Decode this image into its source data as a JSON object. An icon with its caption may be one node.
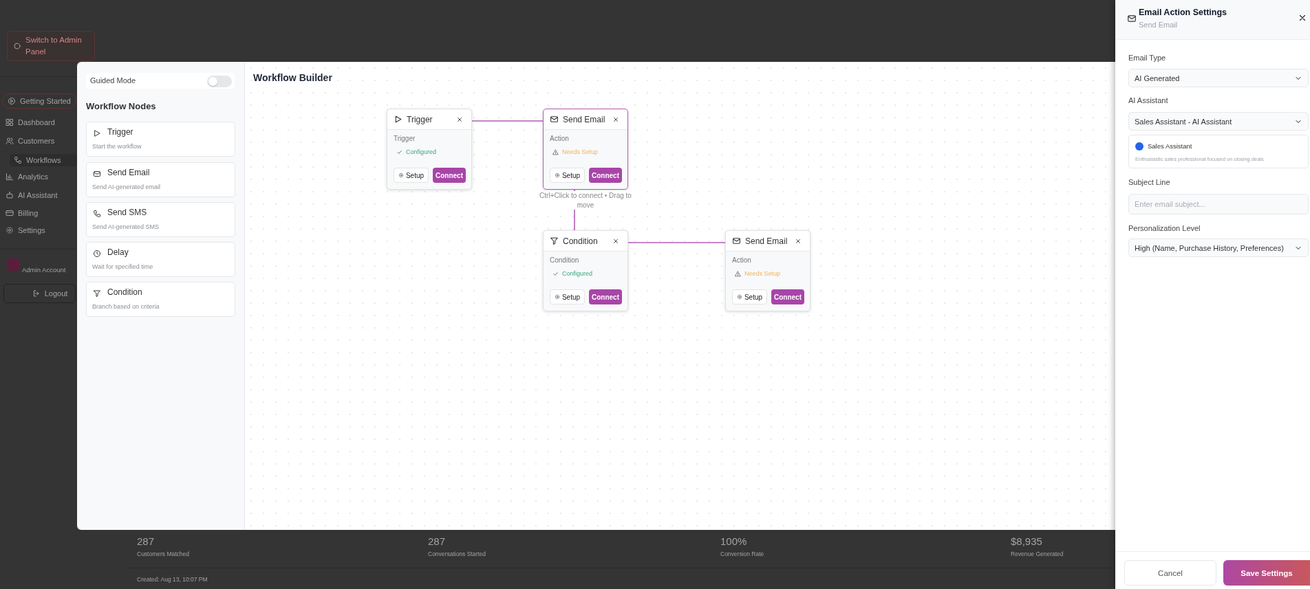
{
  "diagram": {
    "nodes": [
      {
        "text": [
          "Trigger",
          "Start the workflow"
        ]
      },
      {
        "text": [
          "Send Email",
          "Send AI-generated email"
        ]
      },
      {
        "text": [
          "Send SMS",
          "Send AI-generated SMS"
        ]
      },
      {
        "text": [
          "Delay",
          "Wait for specified time"
        ]
      },
      {
        "text": [
          "Condition",
          "Branch based on criteria"
        ]
      },
      {
        "text": [
          "Trigger",
          "Trigger",
          "Configured",
          "Setup",
          "Connect"
        ]
      },
      {
        "text": [
          "Send Email",
          "Action",
          "Needs Setup",
          "Setup",
          "Connect"
        ],
        "beside": [
          "Ctrl+Click to connect • Drag to move"
        ]
      },
      {
        "text": [
          "Condition",
          "Condition",
          "Configured",
          "Setup",
          "Connect"
        ]
      },
      {
        "text": [
          "Send Email",
          "Action",
          "Needs Setup",
          "Setup",
          "Connect"
        ]
      }
    ],
    "edges": [
      {
        "from": 5,
        "to": 6,
        "arrow": "none"
      },
      {
        "from": 6,
        "to": 7,
        "arrow": "none"
      },
      {
        "from": 7,
        "to": 8,
        "arrow": "none"
      }
    ],
    "labels": [
      "Switch to Admin Panel",
      "Getting Started",
      "Dashboard",
      "Customers",
      "Workflows",
      "Analytics",
      "AI Assistant",
      "Billing",
      "Settings",
      "Admin Account",
      "Logout",
      "Guided Mode",
      "Workflow Nodes",
      "Workflow Builder",
      "Email Action Settings",
      "Send Email",
      "Email Type",
      "AI Generated",
      "AI Assistant",
      "Sales Assistant - AI Assistant",
      "Sales Assistant",
      "Enthusiastic sales professional focused on closing deals",
      "Subject Line",
      "Enter email subject...",
      "Personalization Level",
      "High (Name, Purchase History, Preferences)",
      "287",
      "Customers Matched",
      "287",
      "Conversations Started",
      "100%",
      "Conversion Rate",
      "$8,935",
      "Revenue Generated",
      "Created: Aug 13, 10:07 PM",
      "Cancel",
      "Save Settings"
    ]
  }
}
